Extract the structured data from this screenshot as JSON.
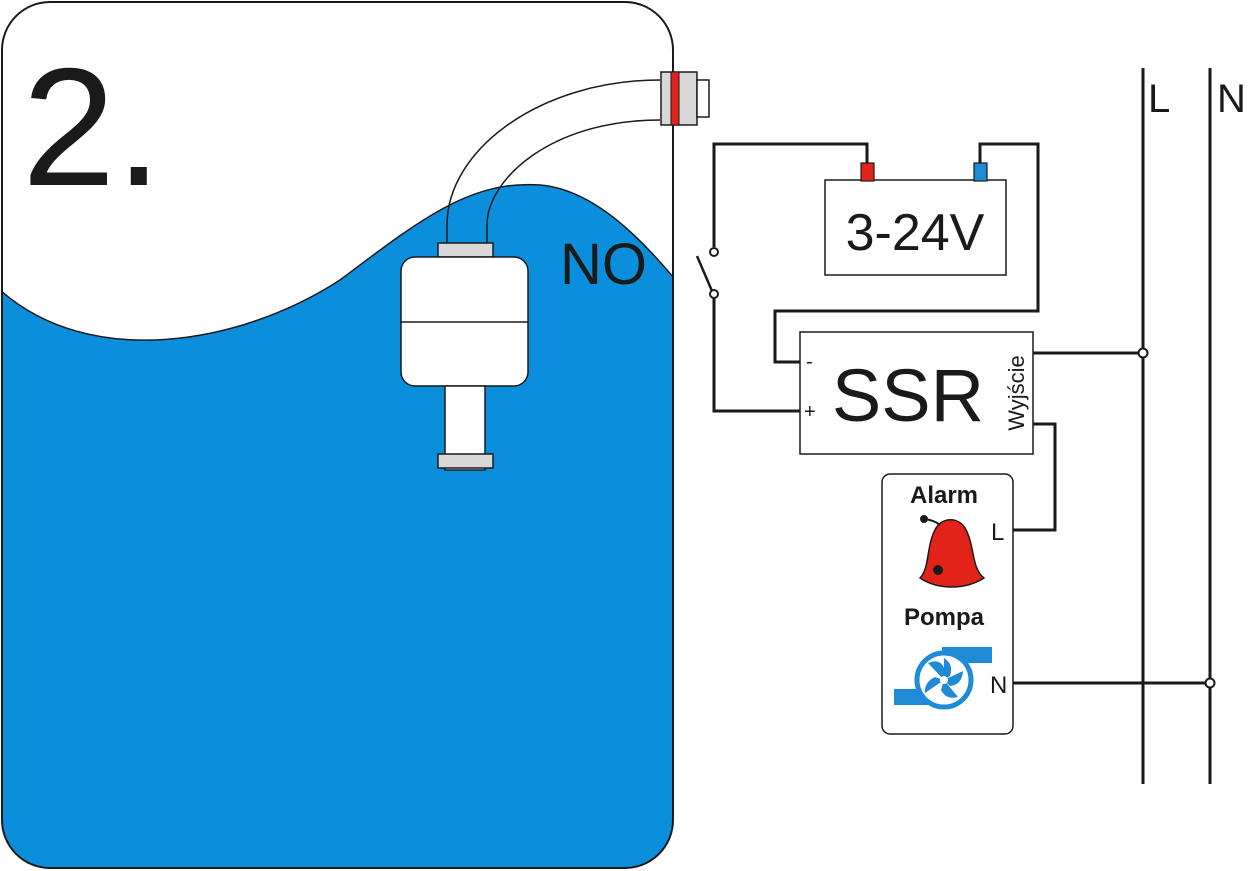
{
  "tank": {
    "step_number": "2.",
    "contact_type": "NO"
  },
  "power_supply": {
    "label": "3-24V"
  },
  "ssr": {
    "label": "SSR",
    "minus_label": "-",
    "plus_label": "+",
    "output_label": "Wyjście"
  },
  "load_box": {
    "alarm_label": "Alarm",
    "pump_label": "Pompa",
    "l_label": "L",
    "n_label": "N"
  },
  "mains": {
    "l_label": "L",
    "n_label": "N"
  },
  "colors": {
    "water": "#0b8fdc",
    "terminal_positive": "#e2231a",
    "terminal_negative": "#1f8ad6",
    "bell": "#e2231a",
    "pump": "#1f8ad6"
  }
}
